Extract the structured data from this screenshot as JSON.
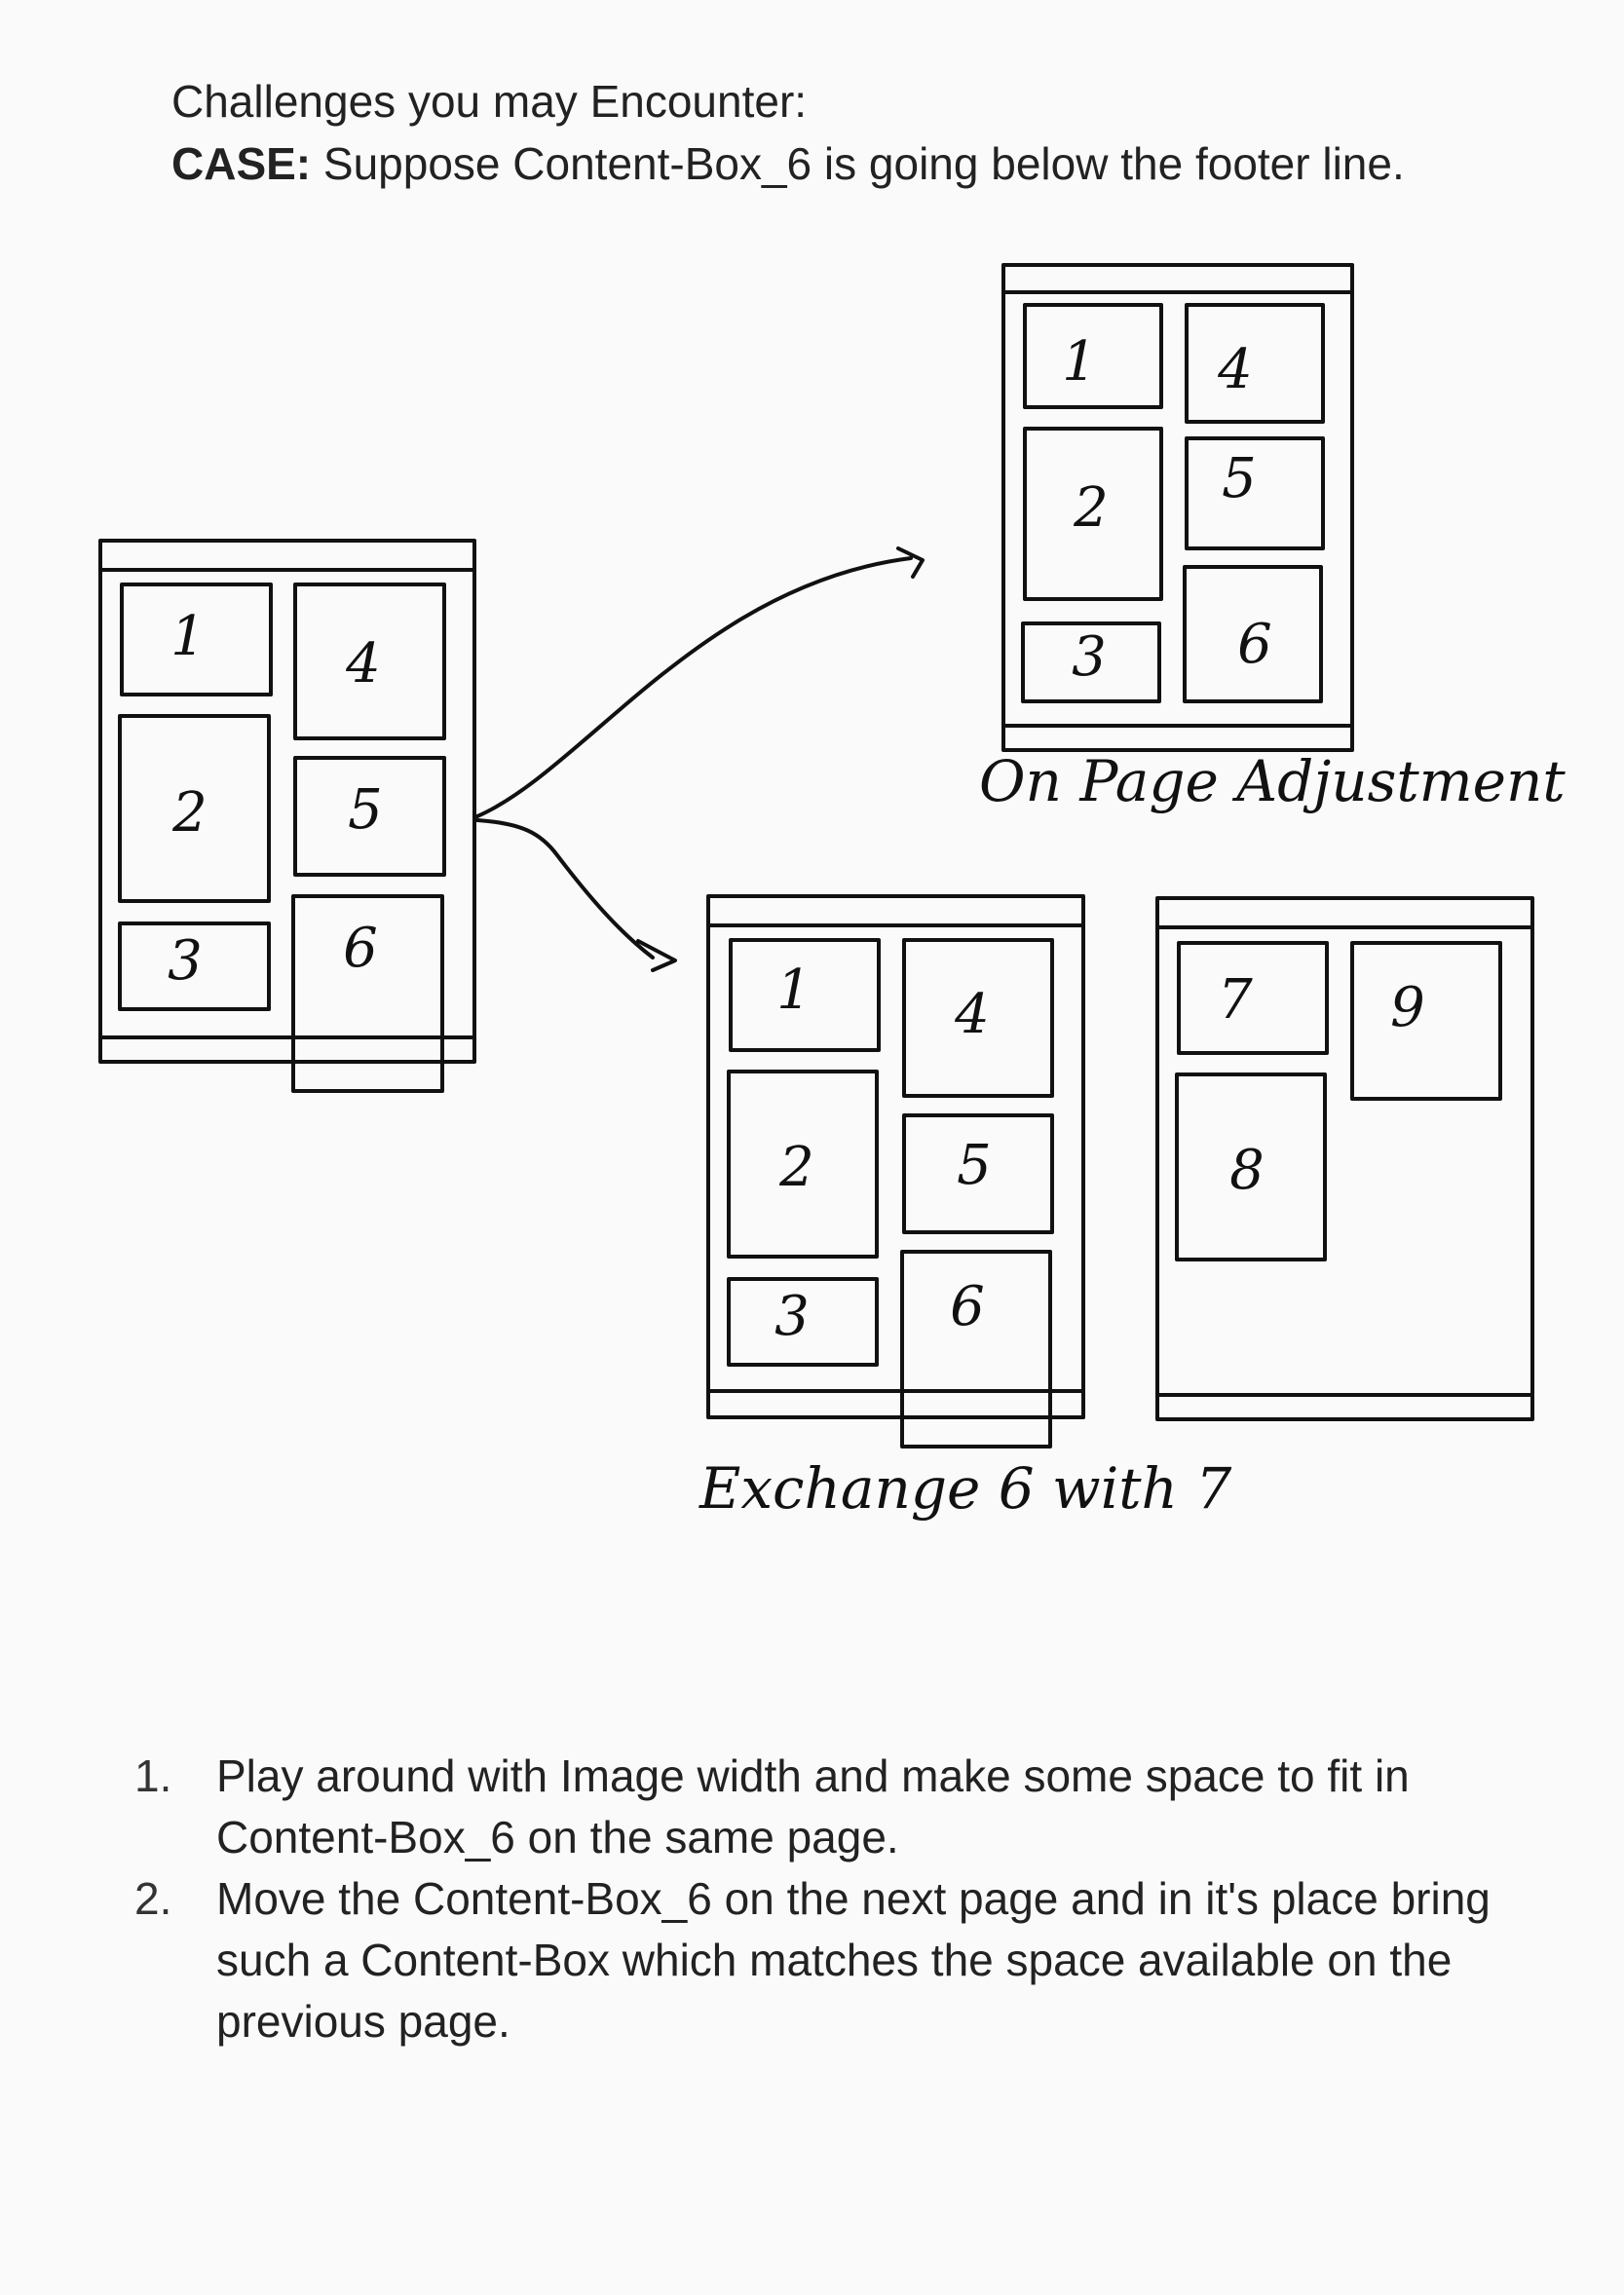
{
  "intro": {
    "heading": "Challenges you may Encounter:",
    "case_label": "CASE:",
    "case_text": " Suppose Content-Box_6 is going below the footer line."
  },
  "diagram": {
    "original_page": {
      "boxes": [
        "1",
        "2",
        "3",
        "4",
        "5",
        "6"
      ]
    },
    "on_page_adjustment": {
      "caption": "On Page Adjustment",
      "boxes": [
        "1",
        "2",
        "3",
        "4",
        "5",
        "6"
      ]
    },
    "exchange": {
      "caption": "Exchange 6 with 7",
      "page_a_boxes": [
        "1",
        "2",
        "3",
        "4",
        "5",
        "6"
      ],
      "page_b_boxes": [
        "7",
        "8",
        "9"
      ]
    }
  },
  "solutions": [
    {
      "number": "1.",
      "text": "Play around with Image width and make some space to fit in Content-Box_6 on the same page."
    },
    {
      "number": "2.",
      "text": "Move the Content-Box_6 on the next page and in it's place bring such a Content-Box which matches the space available on the previous page."
    }
  ]
}
